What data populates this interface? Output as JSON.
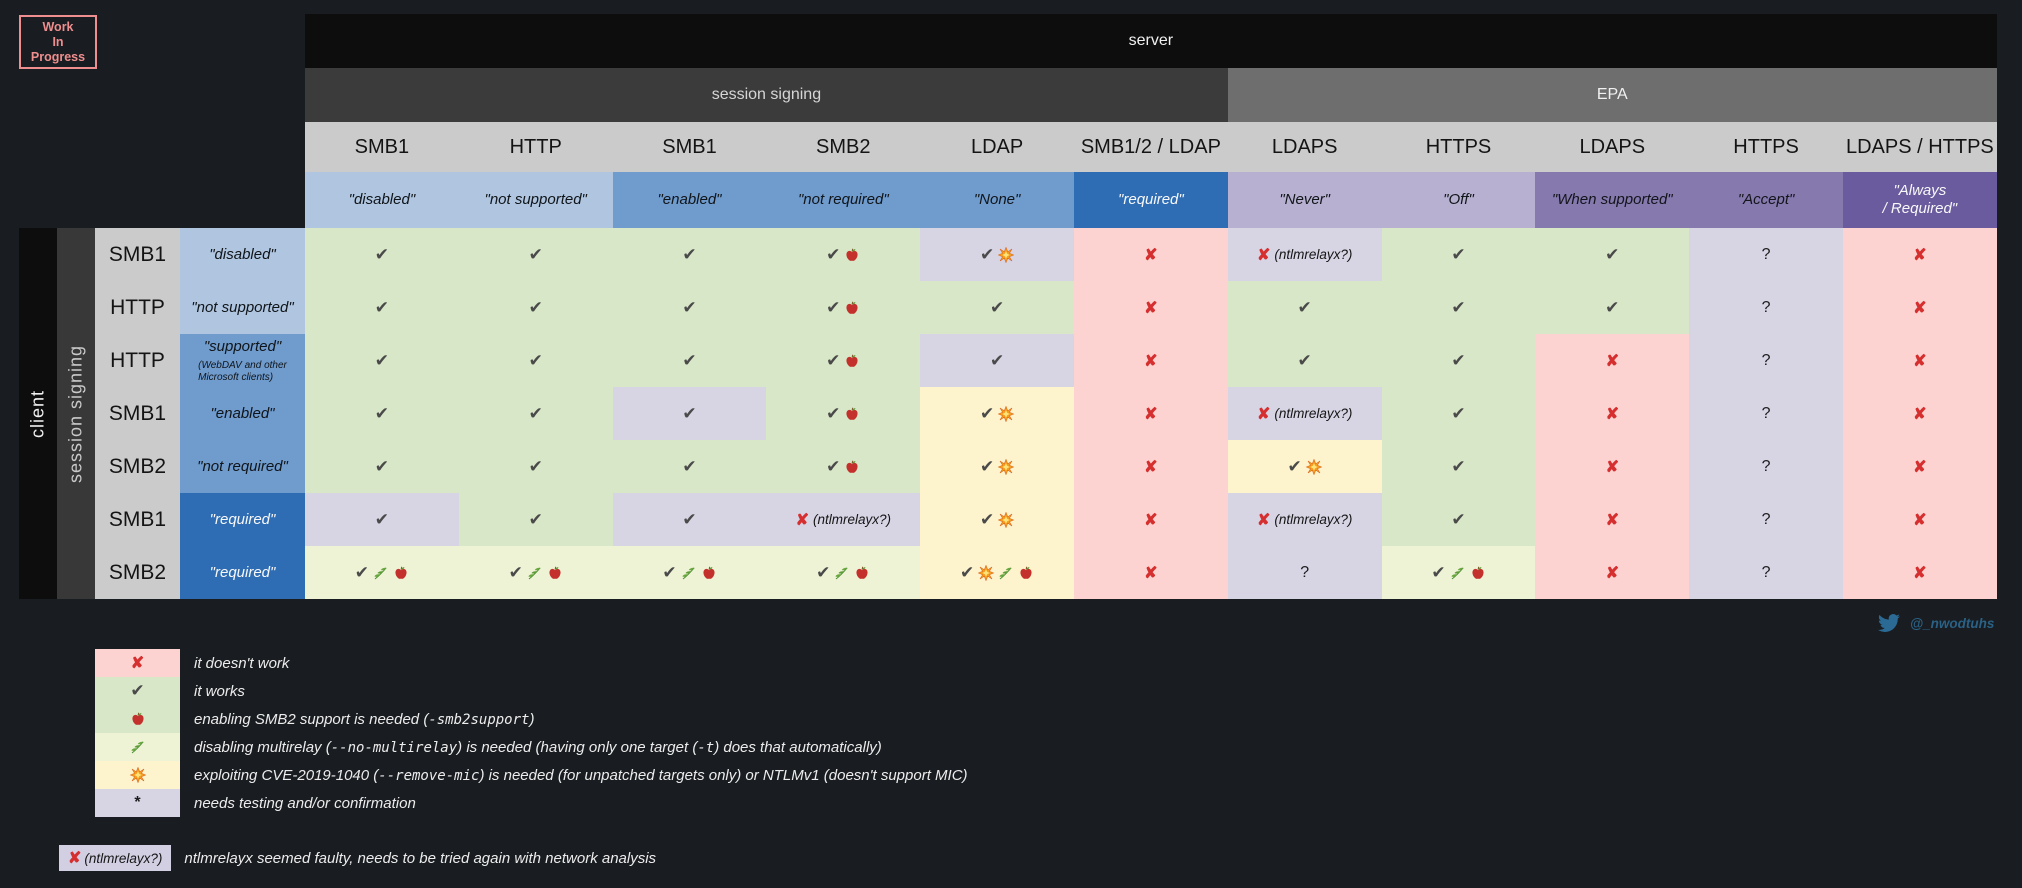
{
  "wip_badge": {
    "lines": [
      "Work",
      "In",
      "Progress"
    ]
  },
  "colors": {
    "works_green": "#d8e7c7",
    "fails_pink": "#fcd3d0",
    "testing_lavender": "#d7d4e4",
    "cve_yellow": "#fdf3cc",
    "multirelay_yellow_green": "#eff3d6",
    "blue_light": "#b0c6e0",
    "blue_mid": "#6f9bcd",
    "blue_dark": "#2e6cb4",
    "purple_light": "#b8b0d0",
    "purple_mid": "#8579ad",
    "purple_dark": "#6a5b9e",
    "wip_pink": "#ef8e8e",
    "twitter_blue": "#2a6185",
    "check_gray": "#4a4a4a",
    "cross_red": "#d52f2f"
  },
  "chart_data": {
    "type": "table",
    "server_label": "server",
    "relay_note": "(ntlmrelayx?)",
    "col_groups": [
      {
        "label": "session signing",
        "span": 6
      },
      {
        "label": "EPA",
        "span": 5
      }
    ],
    "row_groups": [
      {
        "label": "client"
      },
      {
        "label": "session signing"
      }
    ],
    "columns": [
      {
        "protocol": "SMB1",
        "setting": "\"disabled\"",
        "tone": "blue-light"
      },
      {
        "protocol": "HTTP",
        "setting": "\"not supported\"",
        "tone": "blue-light"
      },
      {
        "protocol": "SMB1",
        "setting": "\"enabled\"",
        "tone": "blue-mid"
      },
      {
        "protocol": "SMB2",
        "setting": "\"not required\"",
        "tone": "blue-mid"
      },
      {
        "protocol": "LDAP",
        "setting": "\"None\"",
        "tone": "blue-mid"
      },
      {
        "protocol": "SMB1/2 / LDAP",
        "setting": "\"required\"",
        "tone": "blue-dark"
      },
      {
        "protocol": "LDAPS",
        "setting": "\"Never\"",
        "tone": "purple-light"
      },
      {
        "protocol": "HTTPS",
        "setting": "\"Off\"",
        "tone": "purple-light"
      },
      {
        "protocol": "LDAPS",
        "setting": "\"When supported\"",
        "tone": "purple-mid"
      },
      {
        "protocol": "HTTPS",
        "setting": "\"Accept\"",
        "tone": "purple-mid"
      },
      {
        "protocol": "LDAPS / HTTPS",
        "setting": "\"Always\n/ Required\"",
        "tone": "purple-dark"
      }
    ],
    "rows": [
      {
        "protocol": "SMB1",
        "setting": "\"disabled\"",
        "tone": "blue-light",
        "note": "",
        "cells": [
          {
            "bg": "green",
            "marks": [
              "check"
            ]
          },
          {
            "bg": "green",
            "marks": [
              "check"
            ]
          },
          {
            "bg": "green",
            "marks": [
              "check"
            ]
          },
          {
            "bg": "green",
            "marks": [
              "check",
              "apple"
            ]
          },
          {
            "bg": "lavender",
            "marks": [
              "check",
              "burst"
            ]
          },
          {
            "bg": "pink",
            "marks": [
              "cross"
            ]
          },
          {
            "bg": "lavender",
            "marks": [
              "relayx"
            ]
          },
          {
            "bg": "green",
            "marks": [
              "check"
            ]
          },
          {
            "bg": "green",
            "marks": [
              "check"
            ]
          },
          {
            "bg": "lavender",
            "marks": [
              "q"
            ]
          },
          {
            "bg": "pink",
            "marks": [
              "cross"
            ]
          }
        ]
      },
      {
        "protocol": "HTTP",
        "setting": "\"not supported\"",
        "tone": "blue-light",
        "note": "",
        "cells": [
          {
            "bg": "green",
            "marks": [
              "check"
            ]
          },
          {
            "bg": "green",
            "marks": [
              "check"
            ]
          },
          {
            "bg": "green",
            "marks": [
              "check"
            ]
          },
          {
            "bg": "green",
            "marks": [
              "check",
              "apple"
            ]
          },
          {
            "bg": "green",
            "marks": [
              "check"
            ]
          },
          {
            "bg": "pink",
            "marks": [
              "cross"
            ]
          },
          {
            "bg": "green",
            "marks": [
              "check"
            ]
          },
          {
            "bg": "green",
            "marks": [
              "check"
            ]
          },
          {
            "bg": "green",
            "marks": [
              "check"
            ]
          },
          {
            "bg": "lavender",
            "marks": [
              "q"
            ]
          },
          {
            "bg": "pink",
            "marks": [
              "cross"
            ]
          }
        ]
      },
      {
        "protocol": "HTTP",
        "setting": "\"supported\"",
        "tone": "blue-mid",
        "note": "(WebDAV and other\nMicrosoft clients)",
        "cells": [
          {
            "bg": "green",
            "marks": [
              "check"
            ]
          },
          {
            "bg": "green",
            "marks": [
              "check"
            ]
          },
          {
            "bg": "green",
            "marks": [
              "check"
            ]
          },
          {
            "bg": "green",
            "marks": [
              "check",
              "apple"
            ]
          },
          {
            "bg": "lavender",
            "marks": [
              "check"
            ]
          },
          {
            "bg": "pink",
            "marks": [
              "cross"
            ]
          },
          {
            "bg": "green",
            "marks": [
              "check"
            ]
          },
          {
            "bg": "green",
            "marks": [
              "check"
            ]
          },
          {
            "bg": "pink",
            "marks": [
              "cross"
            ]
          },
          {
            "bg": "lavender",
            "marks": [
              "q"
            ]
          },
          {
            "bg": "pink",
            "marks": [
              "cross"
            ]
          }
        ]
      },
      {
        "protocol": "SMB1",
        "setting": "\"enabled\"",
        "tone": "blue-mid",
        "note": "",
        "cells": [
          {
            "bg": "green",
            "marks": [
              "check"
            ]
          },
          {
            "bg": "green",
            "marks": [
              "check"
            ]
          },
          {
            "bg": "lavender",
            "marks": [
              "check"
            ]
          },
          {
            "bg": "green",
            "marks": [
              "check",
              "apple"
            ]
          },
          {
            "bg": "yellow",
            "marks": [
              "check",
              "burst"
            ]
          },
          {
            "bg": "pink",
            "marks": [
              "cross"
            ]
          },
          {
            "bg": "lavender",
            "marks": [
              "relayx"
            ]
          },
          {
            "bg": "green",
            "marks": [
              "check"
            ]
          },
          {
            "bg": "pink",
            "marks": [
              "cross"
            ]
          },
          {
            "bg": "lavender",
            "marks": [
              "q"
            ]
          },
          {
            "bg": "pink",
            "marks": [
              "cross"
            ]
          }
        ]
      },
      {
        "protocol": "SMB2",
        "setting": "\"not required\"",
        "tone": "blue-mid",
        "note": "",
        "cells": [
          {
            "bg": "green",
            "marks": [
              "check"
            ]
          },
          {
            "bg": "green",
            "marks": [
              "check"
            ]
          },
          {
            "bg": "green",
            "marks": [
              "check"
            ]
          },
          {
            "bg": "green",
            "marks": [
              "check",
              "apple"
            ]
          },
          {
            "bg": "yellow",
            "marks": [
              "check",
              "burst"
            ]
          },
          {
            "bg": "pink",
            "marks": [
              "cross"
            ]
          },
          {
            "bg": "yellow",
            "marks": [
              "check",
              "burst"
            ]
          },
          {
            "bg": "green",
            "marks": [
              "check"
            ]
          },
          {
            "bg": "pink",
            "marks": [
              "cross"
            ]
          },
          {
            "bg": "lavender",
            "marks": [
              "q"
            ]
          },
          {
            "bg": "pink",
            "marks": [
              "cross"
            ]
          }
        ]
      },
      {
        "protocol": "SMB1",
        "setting": "\"required\"",
        "tone": "blue-dark",
        "note": "",
        "cells": [
          {
            "bg": "lavender",
            "marks": [
              "check"
            ]
          },
          {
            "bg": "green",
            "marks": [
              "check"
            ]
          },
          {
            "bg": "lavender",
            "marks": [
              "check"
            ]
          },
          {
            "bg": "lavender",
            "marks": [
              "relayx"
            ]
          },
          {
            "bg": "yellow",
            "marks": [
              "check",
              "burst"
            ]
          },
          {
            "bg": "pink",
            "marks": [
              "cross"
            ]
          },
          {
            "bg": "lavender",
            "marks": [
              "relayx"
            ]
          },
          {
            "bg": "green",
            "marks": [
              "check"
            ]
          },
          {
            "bg": "pink",
            "marks": [
              "cross"
            ]
          },
          {
            "bg": "lavender",
            "marks": [
              "q"
            ]
          },
          {
            "bg": "pink",
            "marks": [
              "cross"
            ]
          }
        ]
      },
      {
        "protocol": "SMB2",
        "setting": "\"required\"",
        "tone": "blue-dark",
        "note": "",
        "cells": [
          {
            "bg": "yellow-green",
            "marks": [
              "check",
              "herb",
              "apple"
            ]
          },
          {
            "bg": "yellow-green",
            "marks": [
              "check",
              "herb",
              "apple"
            ]
          },
          {
            "bg": "yellow-green",
            "marks": [
              "check",
              "herb",
              "apple"
            ]
          },
          {
            "bg": "yellow-green",
            "marks": [
              "check",
              "herb",
              "apple"
            ]
          },
          {
            "bg": "yellow",
            "marks": [
              "check",
              "burst",
              "herb",
              "apple"
            ]
          },
          {
            "bg": "pink",
            "marks": [
              "cross"
            ]
          },
          {
            "bg": "lavender",
            "marks": [
              "q"
            ]
          },
          {
            "bg": "yellow-green",
            "marks": [
              "check",
              "herb",
              "apple"
            ]
          },
          {
            "bg": "pink",
            "marks": [
              "cross"
            ]
          },
          {
            "bg": "lavender",
            "marks": [
              "q"
            ]
          },
          {
            "bg": "pink",
            "marks": [
              "cross"
            ]
          }
        ]
      }
    ]
  },
  "legend": {
    "rows": [
      {
        "swatch": "pink",
        "mark": "cross",
        "parts": [
          {
            "t": "it doesn't work"
          }
        ]
      },
      {
        "swatch": "green",
        "mark": "check",
        "parts": [
          {
            "t": "it works"
          }
        ]
      },
      {
        "swatch": "green",
        "mark": "apple",
        "parts": [
          {
            "t": "enabling SMB2 support is needed ("
          },
          {
            "m": "-smb2support"
          },
          {
            "t": ")"
          }
        ]
      },
      {
        "swatch": "yellow-green",
        "mark": "herb",
        "parts": [
          {
            "t": "disabling multirelay ("
          },
          {
            "m": "--no-multirelay"
          },
          {
            "t": ") is needed (having only one target ("
          },
          {
            "m": "-t"
          },
          {
            "t": ") does that automatically)"
          }
        ]
      },
      {
        "swatch": "yellow",
        "mark": "burst",
        "parts": [
          {
            "t": "exploiting CVE-2019-1040 ("
          },
          {
            "m": "--remove-mic"
          },
          {
            "t": ") is needed (for unpatched targets only) or NTLMv1 (doesn't support MIC)"
          }
        ]
      },
      {
        "swatch": "lavender",
        "mark": "star",
        "parts": [
          {
            "t": "needs testing and/or confirmation"
          }
        ]
      }
    ],
    "footnote": {
      "label": "(ntlmrelayx?)",
      "text": "ntlmrelayx seemed faulty, needs to be tried again with network analysis"
    }
  },
  "twitter": {
    "handle": "@_nwodtuhs"
  }
}
